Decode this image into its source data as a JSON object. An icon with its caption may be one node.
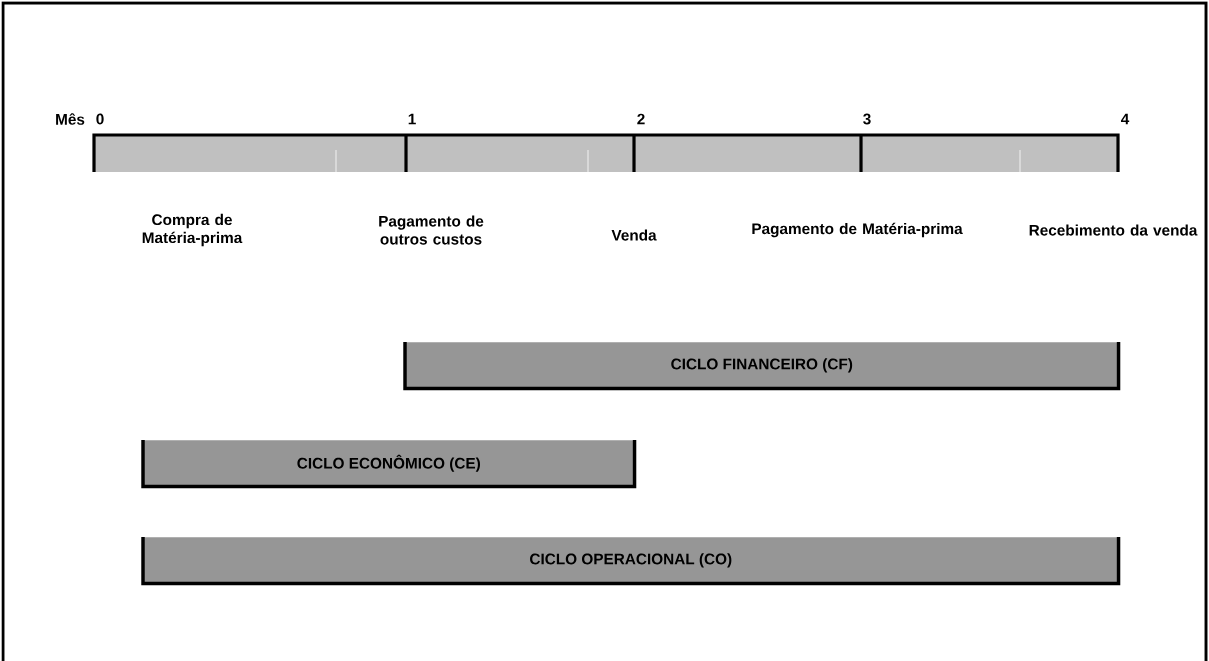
{
  "diagram": {
    "nodes": [
      {
        "text": [
          "CICLO FINANCEIRO (CF)"
        ]
      },
      {
        "text": [
          "CICLO ECONÔMICO (CE)"
        ]
      },
      {
        "text": [
          "CICLO OPERACIONAL (CO)"
        ]
      }
    ],
    "labels": [
      "Mês",
      "0",
      "1",
      "2",
      "3",
      "4",
      "Compra de Matéria-prima",
      "Pagamento de outros custos",
      "Venda",
      "Pagamento de Matéria-prima",
      "Recebimento da venda"
    ]
  }
}
